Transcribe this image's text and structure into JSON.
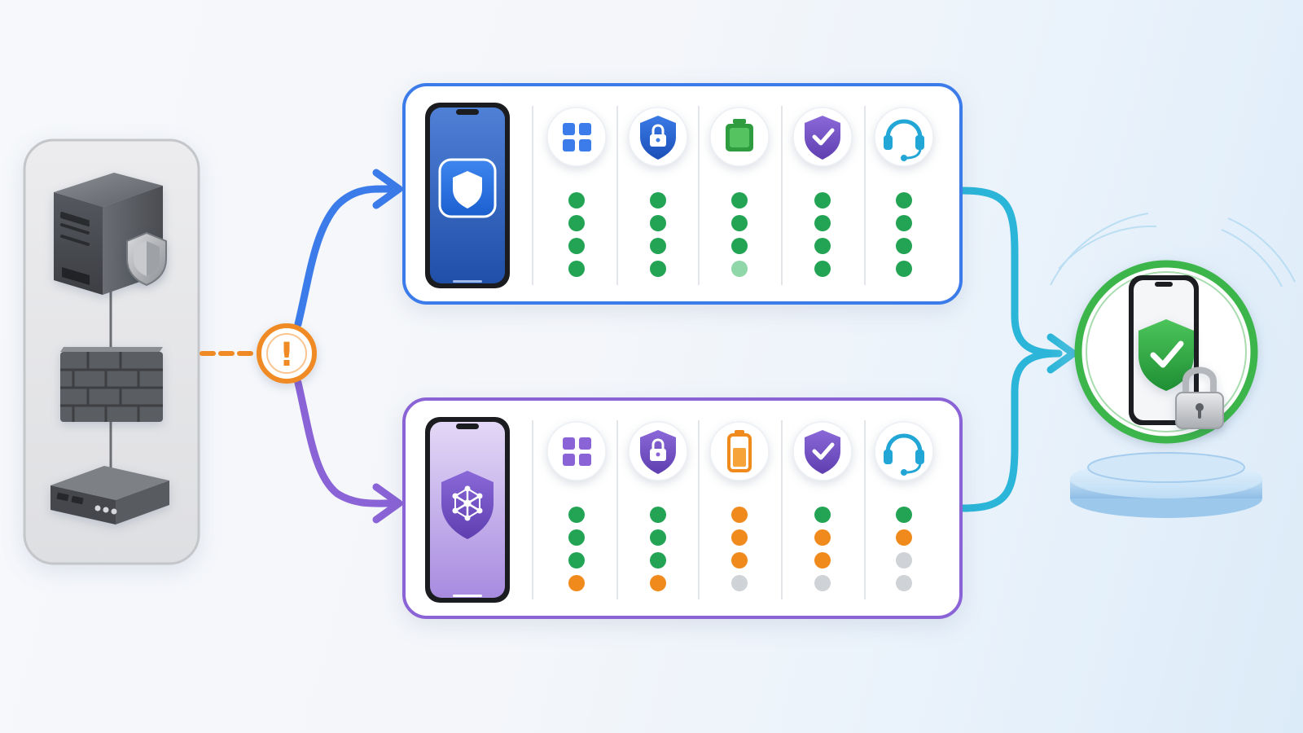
{
  "colors": {
    "background_start": "#f6f8fb",
    "background_end": "#dcebf8",
    "infra_panel_fill": "#e6e6e8",
    "infra_panel_border": "#c4c6ca",
    "warning": "#f08a24",
    "blue_route": "#3b7bea",
    "purple_route": "#8a63d6",
    "cyan_route": "#2bb5d8",
    "status_green": "#23a455",
    "status_light_green": "#8fd6a8",
    "status_orange": "#f08a1c",
    "status_gray": "#cfd2d6",
    "secure_ring": "#3cb54a",
    "pedestal": "#bcdcf5"
  },
  "infrastructure": {
    "nodes": [
      {
        "name": "server",
        "icon": "server-icon"
      },
      {
        "name": "firewall",
        "icon": "firewall-icon"
      },
      {
        "name": "router",
        "icon": "router-icon"
      }
    ],
    "server_badge_icon": "shield-icon"
  },
  "alert": {
    "icon": "warning-icon",
    "symbol": "!"
  },
  "paths": [
    {
      "id": "managed",
      "accent": "#3b7bea",
      "phone_icon": "shield-icon",
      "features": [
        {
          "icon": "apps-grid-icon",
          "statuses": [
            "green",
            "green",
            "green",
            "green"
          ]
        },
        {
          "icon": "lock-shield-icon",
          "statuses": [
            "green",
            "green",
            "green",
            "green"
          ]
        },
        {
          "icon": "battery-icon",
          "statuses": [
            "green",
            "green",
            "green",
            "light-green"
          ]
        },
        {
          "icon": "check-shield-icon",
          "statuses": [
            "green",
            "green",
            "green",
            "green"
          ]
        },
        {
          "icon": "headset-icon",
          "statuses": [
            "green",
            "green",
            "green",
            "green"
          ]
        }
      ]
    },
    {
      "id": "byod",
      "accent": "#8a63d6",
      "phone_icon": "network-shield-icon",
      "features": [
        {
          "icon": "apps-grid-icon",
          "statuses": [
            "green",
            "green",
            "green",
            "orange"
          ]
        },
        {
          "icon": "lock-shield-icon",
          "statuses": [
            "green",
            "green",
            "green",
            "orange"
          ]
        },
        {
          "icon": "battery-low-icon",
          "statuses": [
            "orange",
            "orange",
            "orange",
            "gray"
          ]
        },
        {
          "icon": "check-shield-icon",
          "statuses": [
            "green",
            "orange",
            "orange",
            "gray"
          ]
        },
        {
          "icon": "headset-icon",
          "statuses": [
            "green",
            "orange",
            "gray",
            "gray"
          ]
        }
      ]
    }
  ],
  "result": {
    "icon": "secure-phone-icon",
    "badges": [
      "check-shield-icon",
      "padlock-icon"
    ]
  }
}
